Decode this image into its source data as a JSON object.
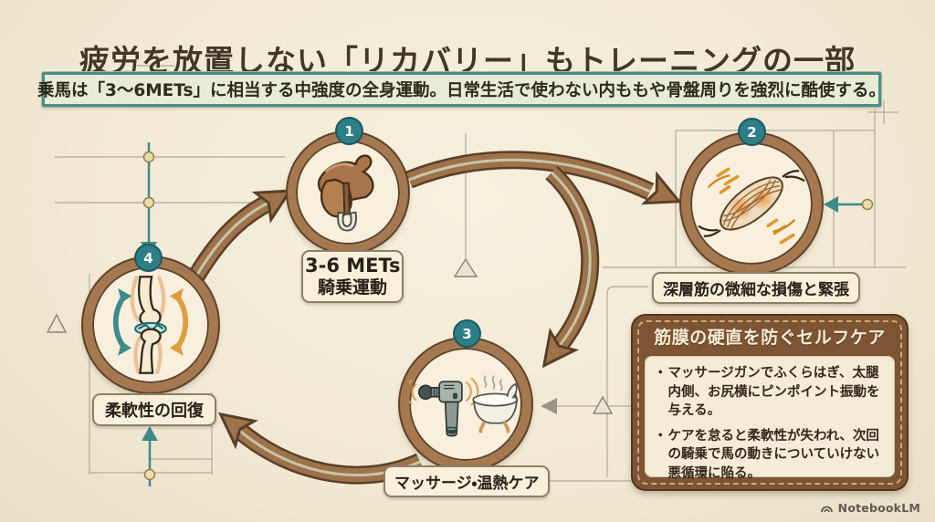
{
  "title": "疲労を放置しない「リカバリー」もトレーニングの一部",
  "banner": {
    "text": "乗馬は「3〜6METs」に相当する中強度の全身運動。日常生活で使わない内ももや骨盤周りを強烈に酷使する。"
  },
  "cycle": {
    "steps": [
      {
        "number": "1",
        "icon": "saddle-icon",
        "label_line1": "3-6 METs",
        "label_line2": "騎乗運動"
      },
      {
        "number": "2",
        "icon": "muscle-damage-icon",
        "label": "深層筋の微細な損傷と緊張"
      },
      {
        "number": "3",
        "icon": "massage-gun-bathtub-icon",
        "label": "マッサージ・温熱ケア"
      },
      {
        "number": "4",
        "icon": "knee-joint-icon",
        "label": "柔軟性の回復"
      }
    ]
  },
  "selfcare": {
    "title": "筋膜の硬直を防ぐセルフケア",
    "marker": "・",
    "bullets": [
      "マッサージガンでふくらはぎ、太腿内側、お尻横にピンポイント振動を与える。",
      "ケアを怠ると柔軟性が失われ、次回の騎乗で馬の動きについていけない悪循環に陥る。"
    ]
  },
  "footer": {
    "brand": "NotebookLM"
  },
  "colors": {
    "background": "#f1e9d4",
    "title_text": "#433726",
    "banner_border": "#4a8e89",
    "arrow_brown": "#9e734a",
    "arrow_outline": "#5a3f28",
    "badge_teal": "#2e7e86",
    "carebox_brown": "#7d5434",
    "accent_orange": "#df9c3d",
    "accent_teal": "#3e8a8b"
  }
}
